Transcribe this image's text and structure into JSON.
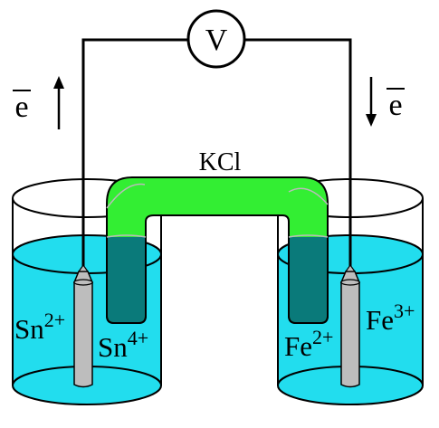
{
  "voltmeter": {
    "label": "V"
  },
  "electron_flow": {
    "left": {
      "symbol": "e",
      "direction": "up"
    },
    "right": {
      "symbol": "e",
      "direction": "down"
    }
  },
  "salt_bridge": {
    "label": "KCl",
    "color": "#33ee33",
    "inner_color": "#0a7a7a"
  },
  "left_cell": {
    "ions": [
      {
        "base": "Sn",
        "charge": "2+"
      },
      {
        "base": "Sn",
        "charge": "4+"
      }
    ]
  },
  "right_cell": {
    "ions": [
      {
        "base": "Fe",
        "charge": "2+"
      },
      {
        "base": "Fe",
        "charge": "3+"
      }
    ]
  },
  "colors": {
    "solution": "#22ddee",
    "electrode": "#bdbdbd",
    "wire": "#000000"
  }
}
